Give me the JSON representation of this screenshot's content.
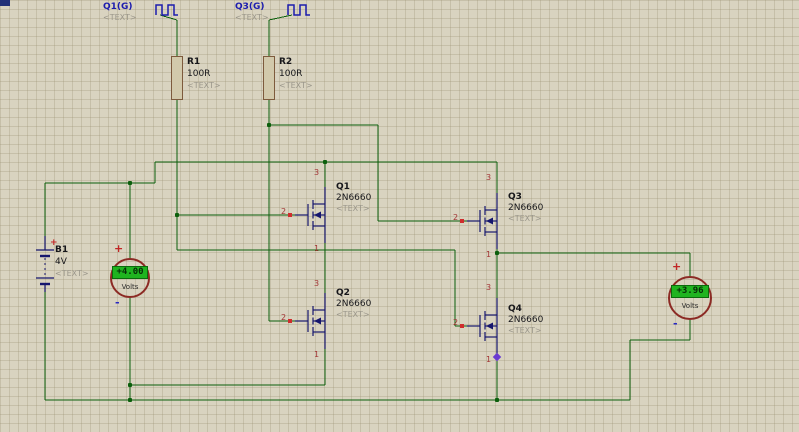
{
  "generators": [
    {
      "label": "Q1(G)",
      "placeholder": "<TEXT>"
    },
    {
      "label": "Q3(G)",
      "placeholder": "<TEXT>"
    }
  ],
  "resistors": [
    {
      "ref": "R1",
      "value": "100R",
      "placeholder": "<TEXT>"
    },
    {
      "ref": "R2",
      "value": "100R",
      "placeholder": "<TEXT>"
    }
  ],
  "transistors": [
    {
      "ref": "Q1",
      "part": "2N6660",
      "placeholder": "<TEXT>",
      "pin_drain": "3",
      "pin_gate": "2",
      "pin_source": "1"
    },
    {
      "ref": "Q2",
      "part": "2N6660",
      "placeholder": "<TEXT>",
      "pin_drain": "3",
      "pin_gate": "2",
      "pin_source": "1"
    },
    {
      "ref": "Q3",
      "part": "2N6660",
      "placeholder": "<TEXT>",
      "pin_drain": "3",
      "pin_gate": "2",
      "pin_source": "1"
    },
    {
      "ref": "Q4",
      "part": "2N6660",
      "placeholder": "<TEXT>",
      "pin_drain": "3",
      "pin_gate": "2",
      "pin_source": "1"
    }
  ],
  "battery": {
    "ref": "B1",
    "value": "4V",
    "placeholder": "<TEXT>",
    "plus": "+"
  },
  "voltmeters": [
    {
      "reading": "+4.00",
      "unit": "Volts",
      "plus": "+",
      "minus": "-"
    },
    {
      "reading": "+3.96",
      "unit": "Volts",
      "plus": "+",
      "minus": "-"
    }
  ],
  "colors": {
    "wire": "#0c5f0c",
    "grid_bg": "#d9d3c0",
    "display_green": "#1fb41f"
  }
}
